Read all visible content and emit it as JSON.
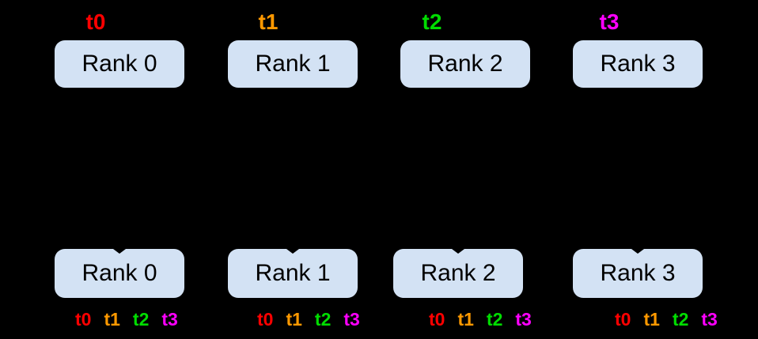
{
  "diagram": {
    "colors": {
      "background": "#000000",
      "box_fill": "#d3e2f4",
      "box_text": "#000000",
      "t0": "#ff0000",
      "t1": "#ff9900",
      "t2": "#00dd00",
      "t3": "#ff00ff"
    },
    "top": {
      "labels": [
        {
          "text": "t0",
          "color": "#ff0000"
        },
        {
          "text": "t1",
          "color": "#ff9900"
        },
        {
          "text": "t2",
          "color": "#00dd00"
        },
        {
          "text": "t3",
          "color": "#ff00ff"
        }
      ],
      "ranks": [
        "Rank 0",
        "Rank 1",
        "Rank 2",
        "Rank 3"
      ]
    },
    "bottom": {
      "ranks": [
        "Rank 0",
        "Rank 1",
        "Rank 2",
        "Rank 3"
      ],
      "labels": [
        {
          "text": "t0",
          "color": "#ff0000"
        },
        {
          "text": "t1",
          "color": "#ff9900"
        },
        {
          "text": "t2",
          "color": "#00dd00"
        },
        {
          "text": "t3",
          "color": "#ff00ff"
        }
      ]
    }
  }
}
